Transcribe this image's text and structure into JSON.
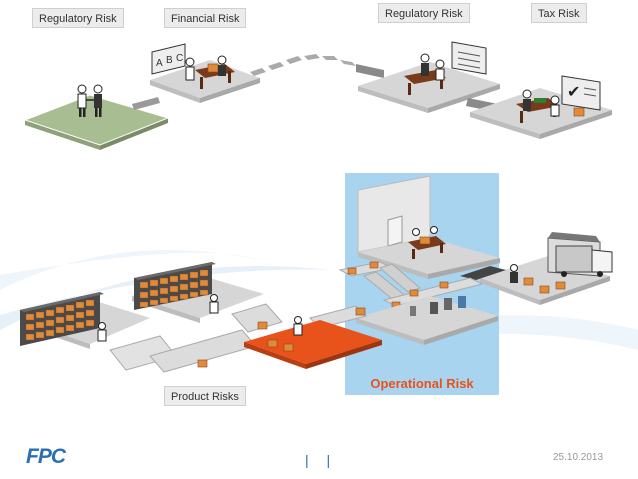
{
  "labels": {
    "regulatory_risk_left": "Regulatory Risk",
    "financial_risk": "Financial Risk",
    "regulatory_risk_right": "Regulatory Risk",
    "tax_risk": "Tax Risk",
    "product_risks": "Product Risks",
    "operational_risk": "Operational Risk"
  },
  "footer": {
    "logo_text": "FPC",
    "page_marks": "| |",
    "date": "25.10.2013"
  },
  "colors": {
    "operational_highlight": "#a8d4ef",
    "operational_text": "#e8521b",
    "brand_blue": "#2a6fb3",
    "risk_zone": "#e8521b"
  }
}
